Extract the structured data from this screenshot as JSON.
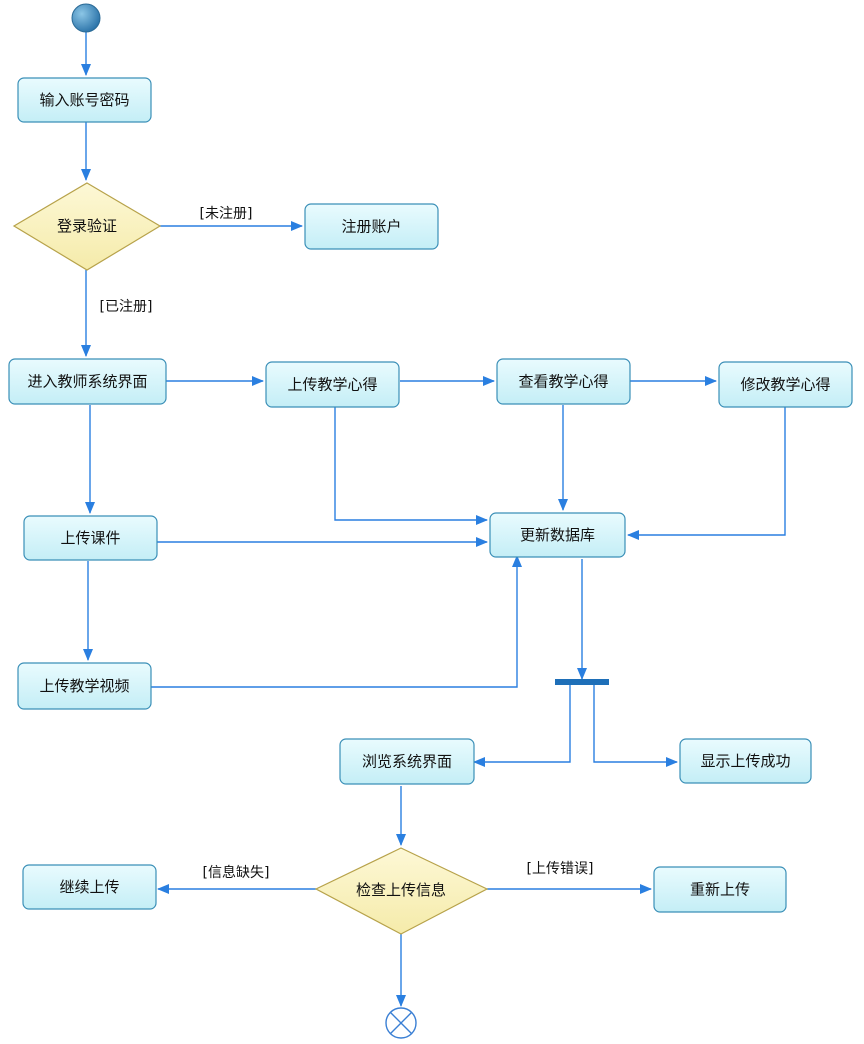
{
  "nodes": {
    "input_account": "输入账号密码",
    "login_check": "登录验证",
    "register_account": "注册账户",
    "teacher_home": "进入教师系统界面",
    "upload_experience": "上传教学心得",
    "view_experience": "查看教学心得",
    "edit_experience": "修改教学心得",
    "upload_courseware": "上传课件",
    "update_database": "更新数据库",
    "upload_video": "上传教学视频",
    "browse_ui": "浏览系统界面",
    "show_success": "显示上传成功",
    "check_upload": "检查上传信息",
    "continue_upload": "继续上传",
    "reupload": "重新上传"
  },
  "guards": {
    "not_registered": "[未注册]",
    "registered": "[已注册]",
    "info_missing": "[信息缺失]",
    "upload_error": "[上传错误]"
  },
  "colors": {
    "edge": "#2a7fe0",
    "activity_fill": "#d3f5fb",
    "activity_border": "#3a8fb7",
    "decision_fill": "#fbf4c2",
    "decision_border": "#b7a24a",
    "initial_node": "#3d8fbf",
    "fork_bar": "#1e6fb8",
    "final_node": "#3a7fd4"
  }
}
